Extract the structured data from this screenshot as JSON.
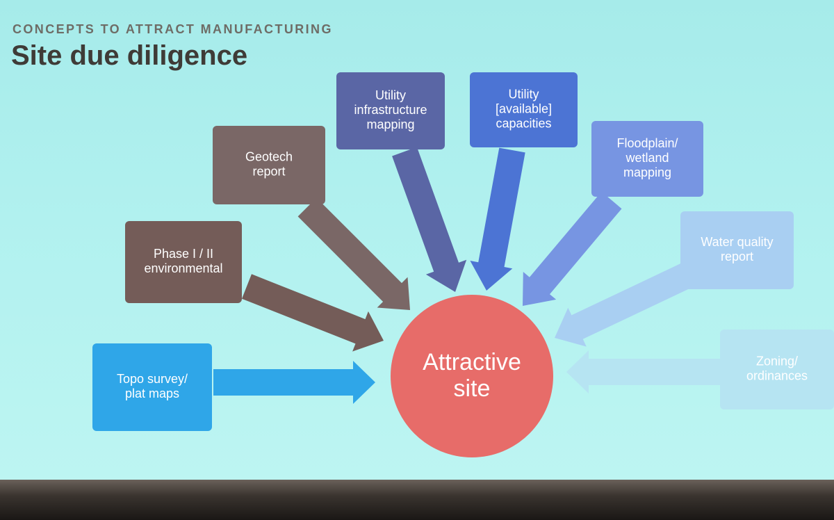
{
  "slide": {
    "kicker": "CONCEPTS TO ATTRACT MANUFACTURING",
    "title": "Site due diligence"
  },
  "diagram": {
    "center": {
      "lines": [
        "Attractive",
        "site"
      ],
      "color": "#e76c69"
    },
    "nodes": [
      {
        "id": "topo",
        "lines": [
          "Topo survey/",
          "plat maps"
        ],
        "color": "#2fa6e8"
      },
      {
        "id": "phase",
        "lines": [
          "Phase I / II",
          "environmental"
        ],
        "color": "#745c58"
      },
      {
        "id": "geotech",
        "lines": [
          "Geotech",
          "report"
        ],
        "color": "#7a6766"
      },
      {
        "id": "utility-mapping",
        "lines": [
          "Utility",
          "infrastructure",
          "mapping"
        ],
        "color": "#5a66a5"
      },
      {
        "id": "utility-capacities",
        "lines": [
          "Utility",
          "[available]",
          "capacities"
        ],
        "color": "#4c74d4"
      },
      {
        "id": "floodplain",
        "lines": [
          "Floodplain/",
          "wetland",
          "mapping"
        ],
        "color": "#7795e2"
      },
      {
        "id": "water",
        "lines": [
          "Water quality",
          "report"
        ],
        "color": "#a9cff2"
      },
      {
        "id": "zoning",
        "lines": [
          "Zoning/",
          "ordinances"
        ],
        "color": "#b6e4f2"
      }
    ]
  }
}
